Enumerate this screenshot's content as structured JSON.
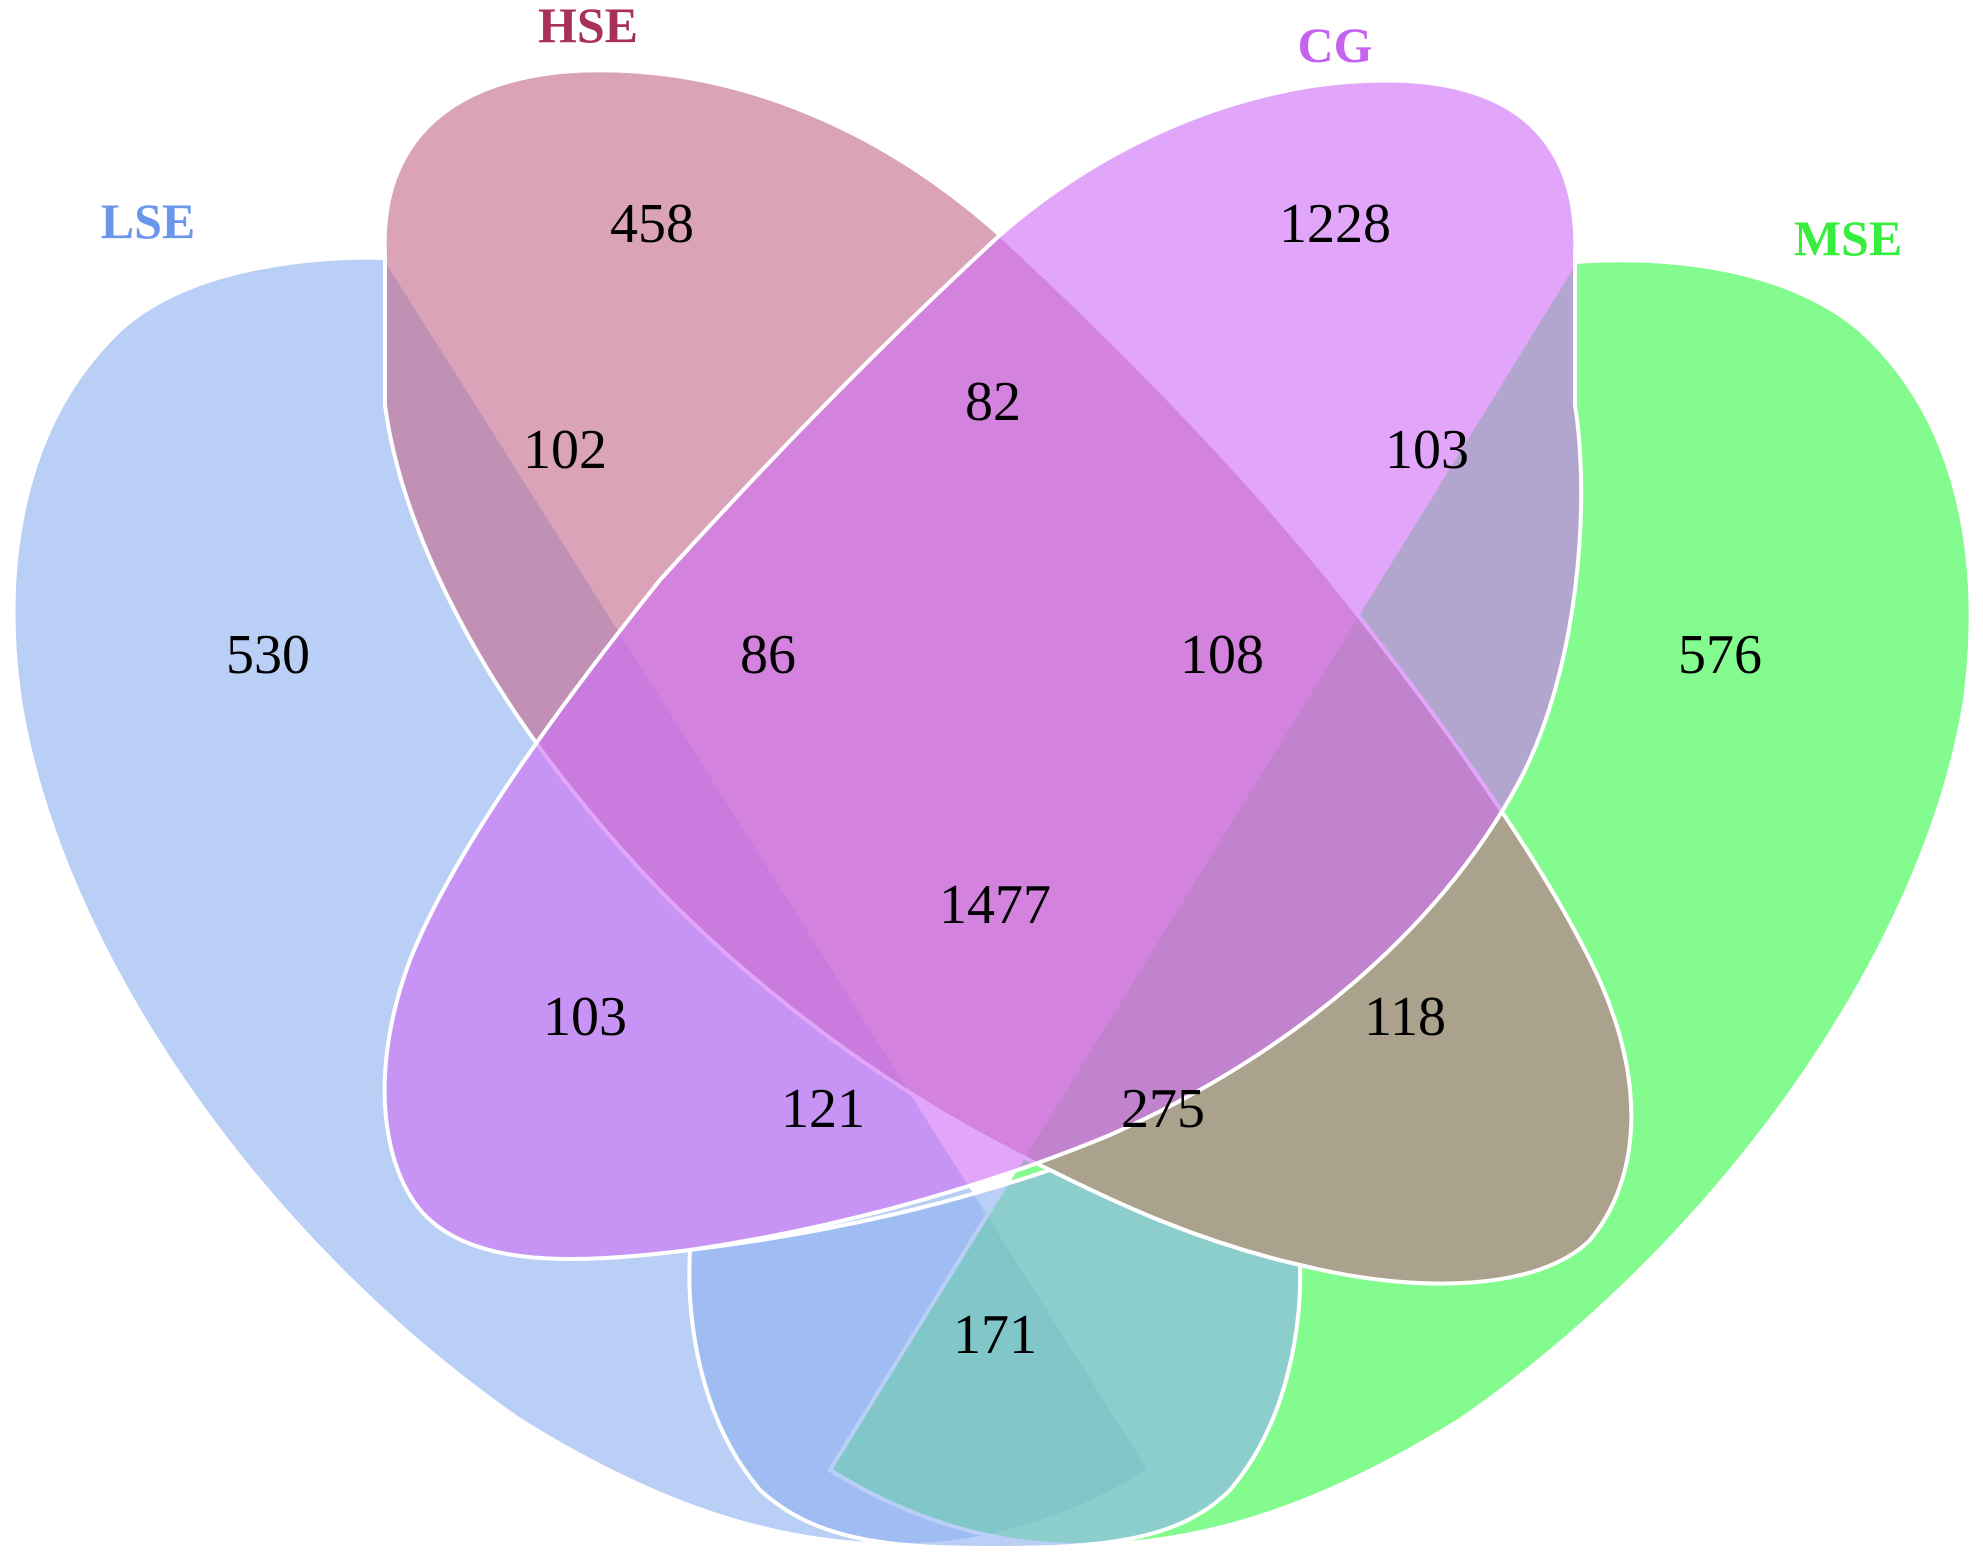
{
  "sets": [
    {
      "id": "LSE",
      "label": "LSE",
      "color": "#8fb2f0",
      "label_color": "#6a97ea"
    },
    {
      "id": "HSE",
      "label": "HSE",
      "color": "#c46a8c",
      "label_color": "#a8305c"
    },
    {
      "id": "CG",
      "label": "CG",
      "color": "#cf6ff6",
      "label_color": "#c562f0"
    },
    {
      "id": "MSE",
      "label": "MSE",
      "color": "#38f94a",
      "label_color": "#37ee3c"
    }
  ],
  "fill_opacity": 0.62,
  "regions": [
    {
      "sets": [
        "LSE"
      ],
      "count": "530"
    },
    {
      "sets": [
        "HSE"
      ],
      "count": "458"
    },
    {
      "sets": [
        "CG"
      ],
      "count": "1228"
    },
    {
      "sets": [
        "MSE"
      ],
      "count": "576"
    },
    {
      "sets": [
        "LSE",
        "HSE"
      ],
      "count": "102"
    },
    {
      "sets": [
        "HSE",
        "CG"
      ],
      "count": "82"
    },
    {
      "sets": [
        "CG",
        "MSE"
      ],
      "count": "103"
    },
    {
      "sets": [
        "LSE",
        "CG"
      ],
      "count": "103"
    },
    {
      "sets": [
        "HSE",
        "MSE"
      ],
      "count": "118"
    },
    {
      "sets": [
        "LSE",
        "MSE"
      ],
      "count": "171"
    },
    {
      "sets": [
        "LSE",
        "HSE",
        "CG"
      ],
      "count": "86"
    },
    {
      "sets": [
        "HSE",
        "CG",
        "MSE"
      ],
      "count": "108"
    },
    {
      "sets": [
        "LSE",
        "CG",
        "MSE"
      ],
      "count": "121"
    },
    {
      "sets": [
        "LSE",
        "HSE",
        "MSE"
      ],
      "count": "275"
    },
    {
      "sets": [
        "LSE",
        "HSE",
        "CG",
        "MSE"
      ],
      "count": "1477"
    }
  ]
}
